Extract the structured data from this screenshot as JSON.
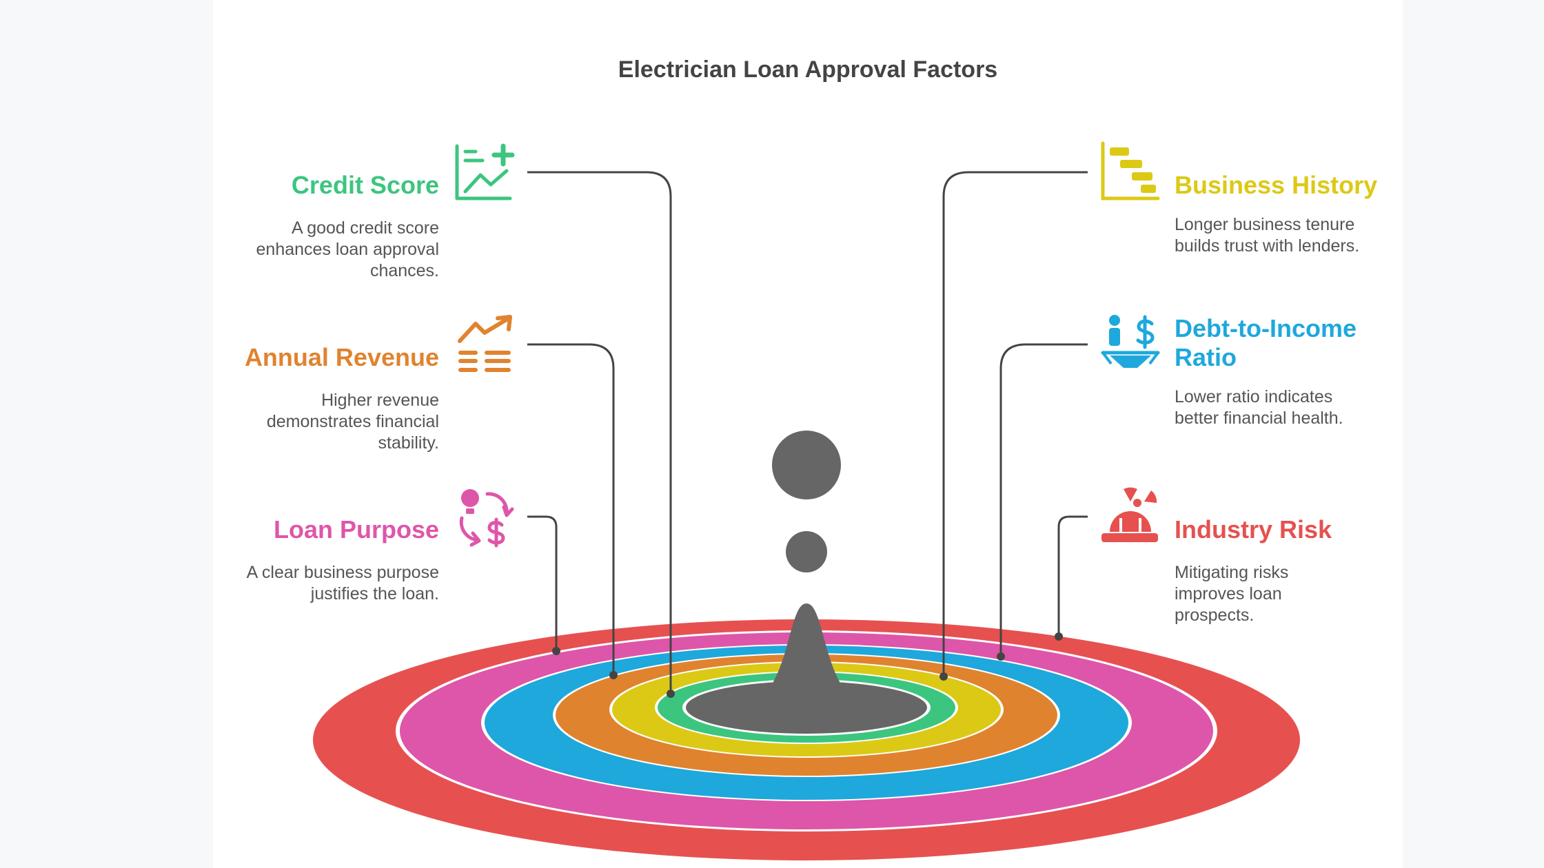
{
  "title": "Electrician Loan Approval Factors",
  "factors": {
    "credit_score": {
      "heading": "Credit Score",
      "description": "A good credit score enhances loan approval chances.",
      "color": "#3cc57f",
      "icon": "chart-plus-icon"
    },
    "annual_revenue": {
      "heading": "Annual Revenue",
      "description": "Higher revenue demonstrates financial stability.",
      "color": "#e0832f",
      "icon": "revenue-growth-icon"
    },
    "loan_purpose": {
      "heading": "Loan Purpose",
      "description": "A clear business purpose justifies the loan.",
      "color": "#de56a9",
      "icon": "idea-dollar-cycle-icon"
    },
    "business_history": {
      "heading": "Business History",
      "description": "Longer business tenure builds trust with lenders.",
      "color": "#dcc916",
      "icon": "timeline-bars-icon"
    },
    "debt_to_income": {
      "heading": "Debt-to-Income Ratio",
      "description": "Lower ratio indicates better financial health.",
      "color": "#1ea8dc",
      "icon": "person-dollar-balance-icon"
    },
    "industry_risk": {
      "heading": "Industry Risk",
      "description": "Mitigating risks improves loan prospects.",
      "color": "#e6514f",
      "icon": "hazard-helmet-icon"
    }
  },
  "ring_colors": [
    "#e6514f",
    "#de56a9",
    "#1ea8dc",
    "#e0832f",
    "#dcc916",
    "#3cc57f",
    "#666666"
  ]
}
